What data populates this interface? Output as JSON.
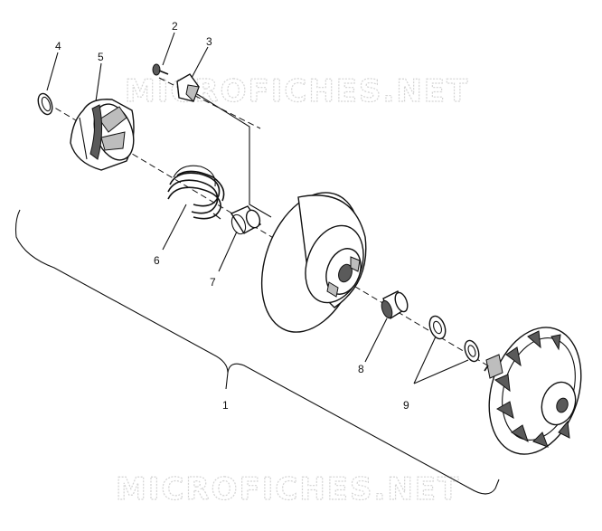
{
  "watermark": {
    "top_text": "MICROFICHES.NET",
    "bottom_text": "MICROFICHES.NET"
  },
  "callouts": {
    "assembly": "1",
    "screw": "2",
    "cap": "3",
    "retaining_ring": "4",
    "cam": "5",
    "spring": "6",
    "bushing_small": "7",
    "bushing_large": "8",
    "washers": "9"
  }
}
